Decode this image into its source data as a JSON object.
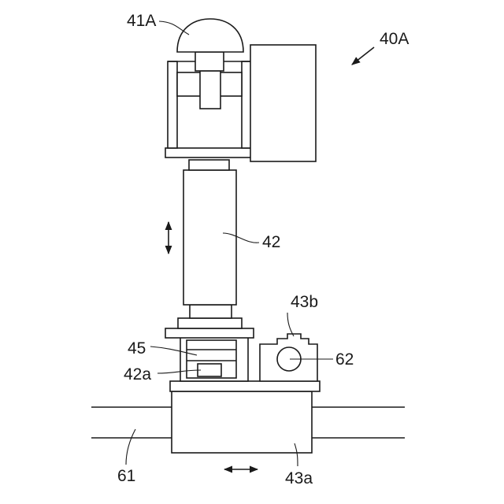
{
  "labels": {
    "assembly": "40A",
    "head": "41A",
    "column": "42",
    "column_base": "42a",
    "base_housing": "43a",
    "motor_bracket": "43b",
    "guide": "45",
    "rail": "61",
    "roller": "62"
  },
  "colors": {
    "ink": "#1a1a1a",
    "paper": "#ffffff"
  }
}
